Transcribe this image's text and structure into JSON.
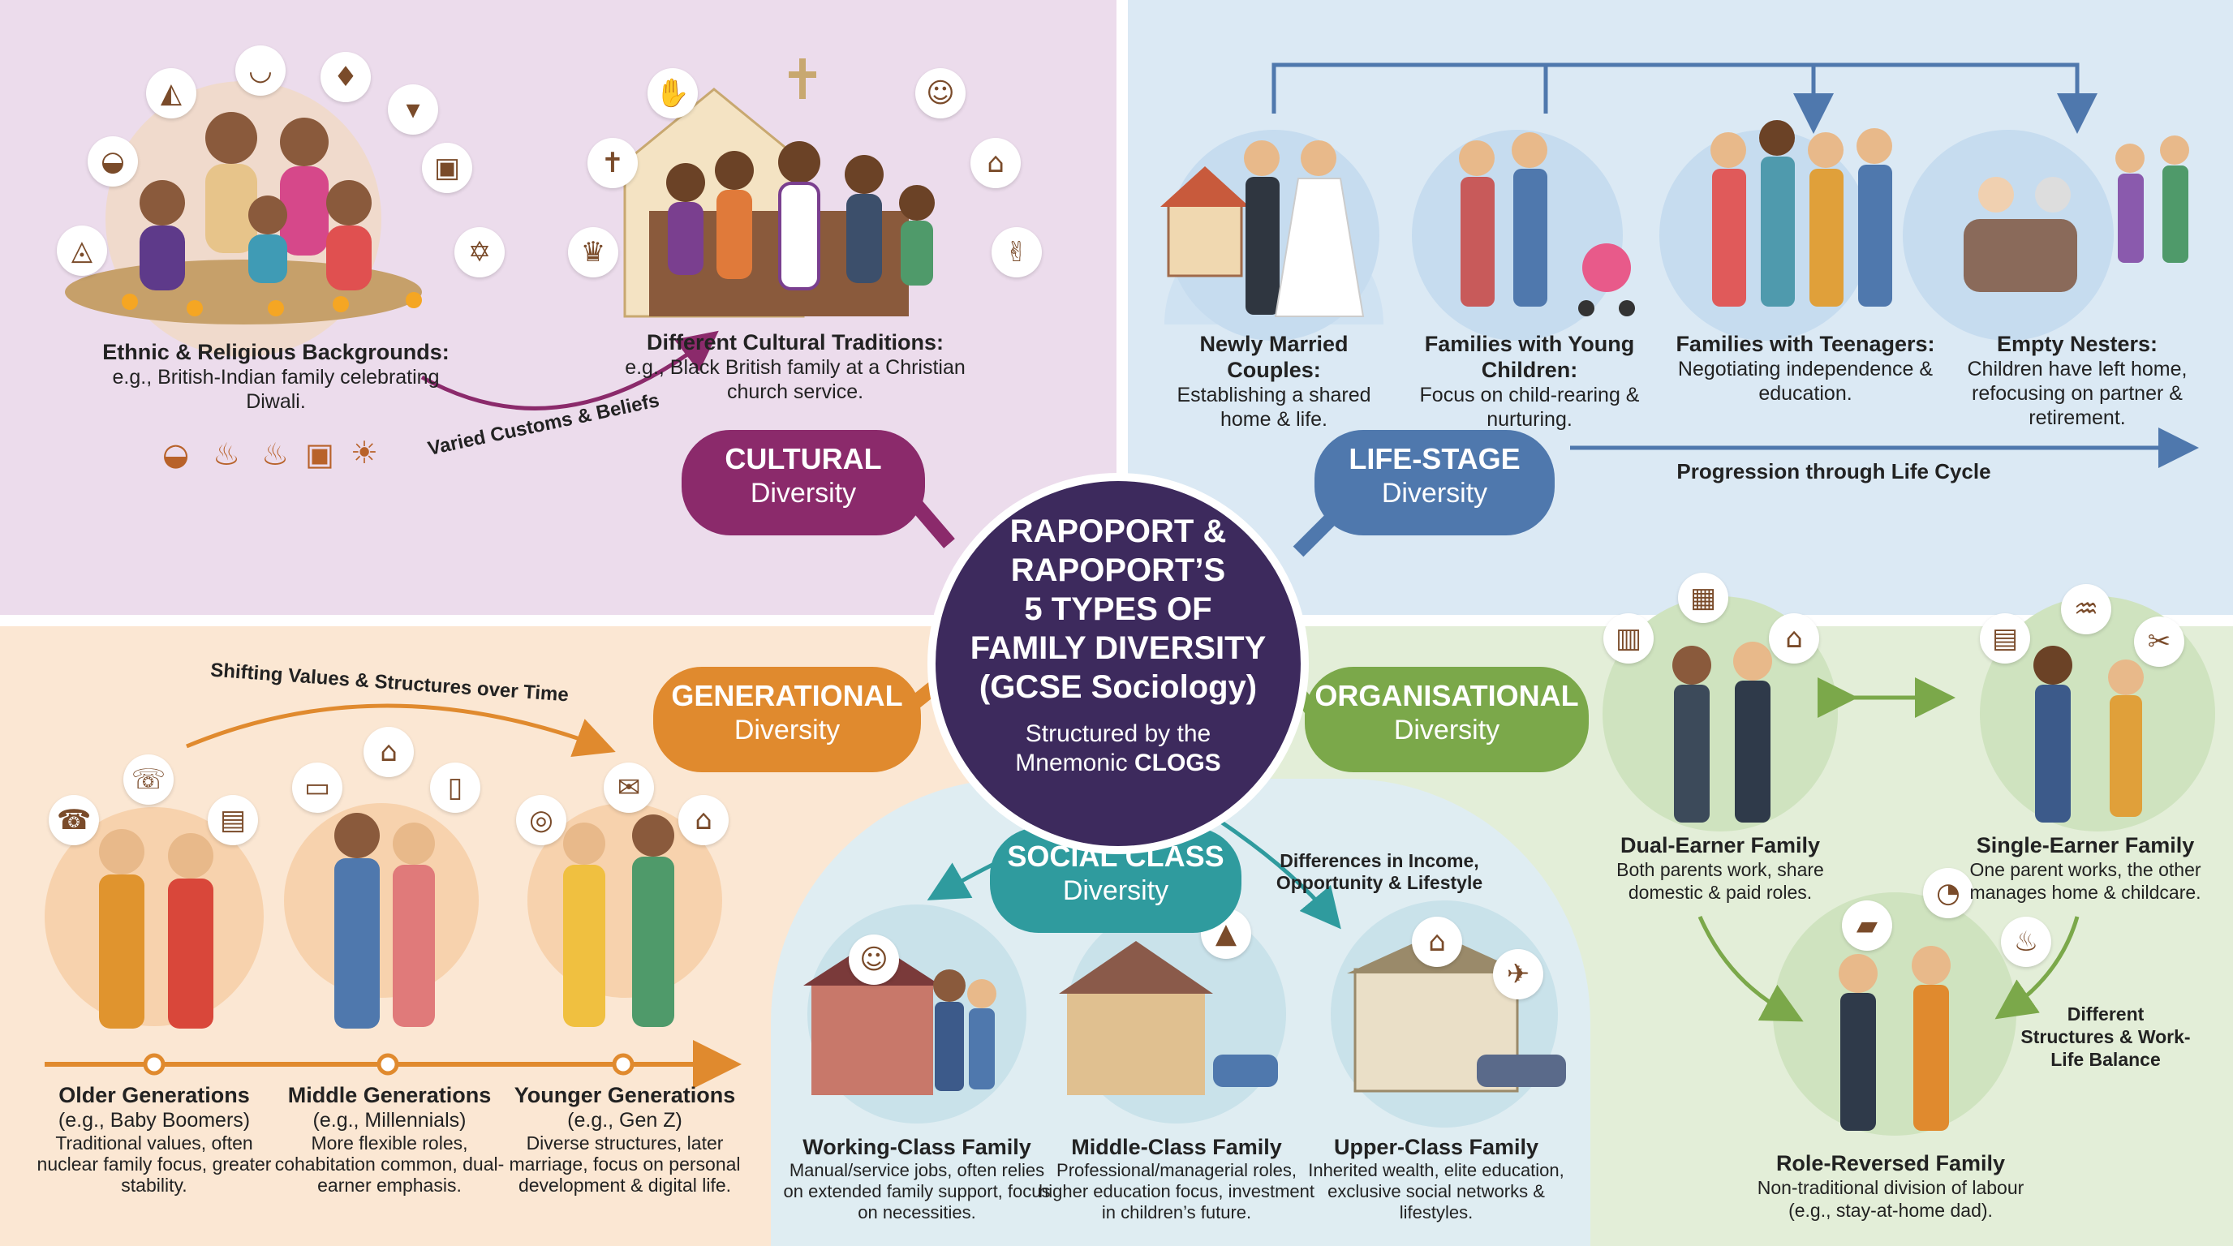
{
  "center": {
    "title_lines": [
      "RAPOPORT &",
      "RAPOPORT’S",
      "5 TYPES OF",
      "FAMILY DIVERSITY",
      "(GCSE Sociology)"
    ],
    "subtitle_line1": "Structured by the",
    "subtitle_prefix": "Mnemonic ",
    "subtitle_bold": "CLOGS"
  },
  "colors": {
    "cultural": "#8b2a6b",
    "lifestage": "#4f78ad",
    "generational": "#e08a2e",
    "organisational": "#7ba84a",
    "social": "#2f9b9e",
    "center": "#3d2a5d"
  },
  "cultural": {
    "badge_title": "CULTURAL",
    "badge_sub": "Diversity",
    "left": {
      "title": "Ethnic & Religious Backgrounds:",
      "desc": "e.g., British-Indian family celebrating Diwali."
    },
    "right": {
      "title": "Different Cultural Traditions:",
      "desc": "e.g., Black British family at a Christian church service."
    },
    "arrow_label": "Varied Customs & Beliefs",
    "icons": [
      "samosa-icon",
      "rice-bowl-icon",
      "dress-icon",
      "carrot-icon",
      "shirt-icon",
      "salad-icon",
      "diya-icon",
      "star-of-david-icon",
      "cross-icon",
      "praying-hands-icon",
      "child-icon",
      "temple-icon",
      "crown-icon",
      "hands-icon"
    ]
  },
  "lifestage": {
    "badge_title": "LIFE-STAGE",
    "badge_sub": "Diversity",
    "stages": [
      {
        "title": "Newly Married Couples:",
        "desc": "Establishing a shared home & life."
      },
      {
        "title": "Families with Young Children:",
        "desc": "Focus on child-rearing & nurturing."
      },
      {
        "title": "Families with Teenagers:",
        "desc": "Negotiating independence & education."
      },
      {
        "title": "Empty Nesters:",
        "desc": "Children have left home, refocusing on partner & retirement."
      }
    ],
    "progression_label": "Progression through Life Cycle"
  },
  "generational": {
    "badge_title": "GENERATIONAL",
    "badge_sub": "Diversity",
    "arc_label": "Shifting Values & Structures over Time",
    "groups": [
      {
        "title": "Older Generations",
        "sub": "(e.g., Baby Boomers)",
        "desc": "Traditional values, often nuclear family focus, greater stability."
      },
      {
        "title": "Middle Generations",
        "sub": "(e.g., Millennials)",
        "desc": "More flexible roles, cohabitation common, dual-earner emphasis."
      },
      {
        "title": "Younger Generations",
        "sub": "(e.g., Gen Z)",
        "desc": "Diverse structures, later marriage, focus on personal development & digital life."
      }
    ]
  },
  "social": {
    "badge_title": "SOCIAL CLASS",
    "badge_sub": "Diversity",
    "side_label": "Differences in Income, Opportunity & Lifestyle",
    "classes": [
      {
        "title": "Working-Class Family",
        "desc": "Manual/service jobs, often relies on extended family support, focus on necessities."
      },
      {
        "title": "Middle-Class Family",
        "desc": "Professional/managerial roles, higher education focus, investment in children’s future."
      },
      {
        "title": "Upper-Class Family",
        "desc": "Inherited wealth, elite education, exclusive social networks & lifestyles."
      }
    ]
  },
  "organisational": {
    "badge_title": "ORGANISATIONAL",
    "badge_sub": "Diversity",
    "families": [
      {
        "title": "Dual-Earner Family",
        "desc": "Both parents work, share domestic & paid roles."
      },
      {
        "title": "Single-Earner Family",
        "desc": "One parent works, the other manages home & childcare."
      },
      {
        "title": "Role-Reversed Family",
        "desc": "Non-traditional division of labour (e.g., stay-at-home dad)."
      }
    ],
    "side_label": "Different Structures & Work-Life Balance"
  }
}
